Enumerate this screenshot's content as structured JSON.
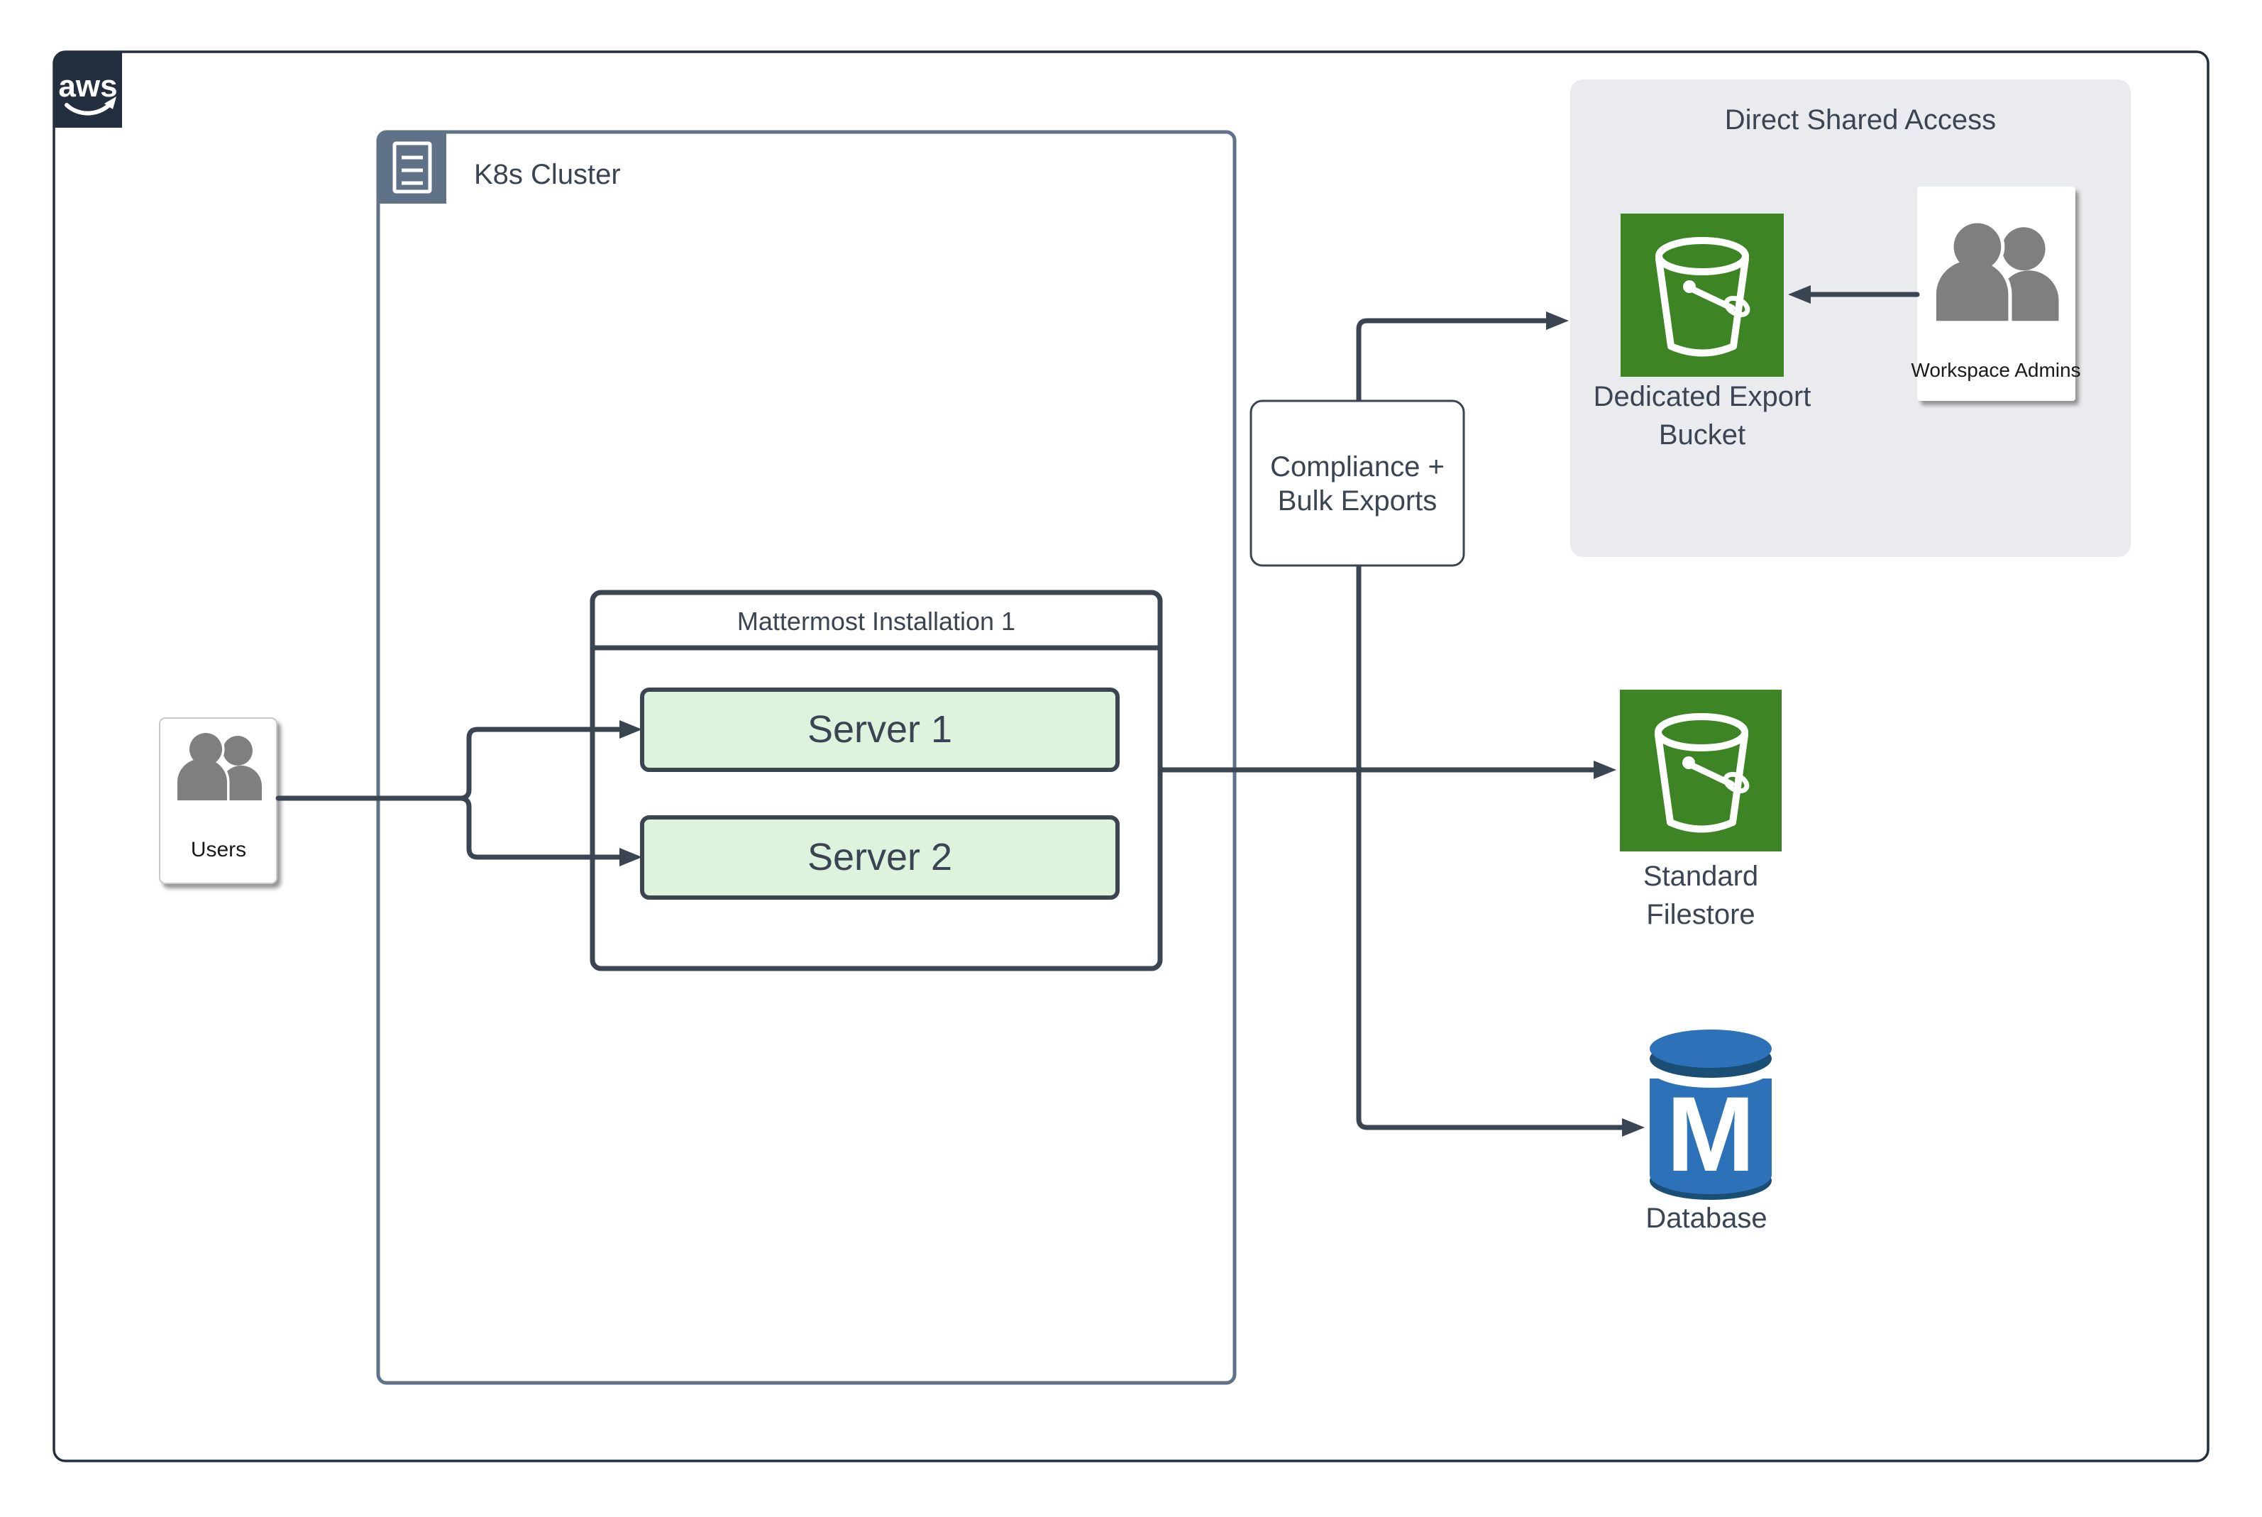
{
  "aws_badge": {
    "text": "aws"
  },
  "k8s_cluster": {
    "label": "K8s Cluster"
  },
  "users": {
    "label": "Users"
  },
  "mattermost": {
    "title": "Mattermost Installation 1",
    "servers": [
      {
        "label": "Server 1"
      },
      {
        "label": "Server 2"
      }
    ]
  },
  "compliance_node": {
    "lines": [
      "Compliance +",
      "Bulk Exports"
    ]
  },
  "shared_access_panel": {
    "title": "Direct Shared Access",
    "bucket_label": [
      "Dedicated Export",
      "Bucket"
    ],
    "admins_label": "Workspace Admins"
  },
  "filestore": {
    "label": [
      "Standard",
      "Filestore"
    ]
  },
  "database": {
    "label": "Database",
    "monogram": "M"
  },
  "colors": {
    "outline_navy": "#232f3e",
    "cluster_slate": "#5f7287",
    "connector_dark": "#3b4552",
    "bucket_green": "#3c8424",
    "server_fill": "#ddf3de",
    "panel_gray": "#e9ebee",
    "icon_gray": "#7f7f7f",
    "database_blue": "#2d72b8",
    "database_rim": "#1b4e74",
    "text_slate": "#3b4452"
  }
}
